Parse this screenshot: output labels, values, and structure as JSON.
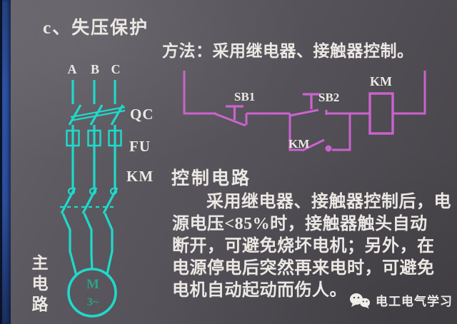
{
  "slide": {
    "title": "c、失压保护",
    "method": "方法：采用继电器、接触器控制。",
    "colors": {
      "background": "#555259",
      "side_band_blue": "#2d52a2",
      "main_circuit_cyan": "#1fd9cb",
      "control_circuit_magenta": "#cb63ce",
      "text_white": "#ebe8e4",
      "motor_label_green": "#2aa583"
    }
  },
  "main_circuit": {
    "phase_labels": [
      "A",
      "B",
      "C"
    ],
    "knife_switch_label": "QC",
    "fuse_label": "FU",
    "contactor_label": "KM",
    "motor_letter": "M",
    "motor_phase": "3~",
    "caption": "主电路"
  },
  "control_circuit": {
    "caption": "控制电路",
    "stop_button_label": "SB1",
    "start_button_label": "SB2",
    "coil_label": "KM",
    "holding_contact_label": "KM"
  },
  "body": {
    "lines": [
      "采用继电器、接触器控制后，电",
      "源电压<85%时，接触器触头自动",
      "断开，可避免烧坏电机；另外，在",
      "电源停电后突然再来电时，可避免",
      "电机自动起动而伤人。"
    ]
  },
  "watermark": {
    "icon": "wechat-chat-bubbles-icon",
    "label": "电工电气学习"
  }
}
